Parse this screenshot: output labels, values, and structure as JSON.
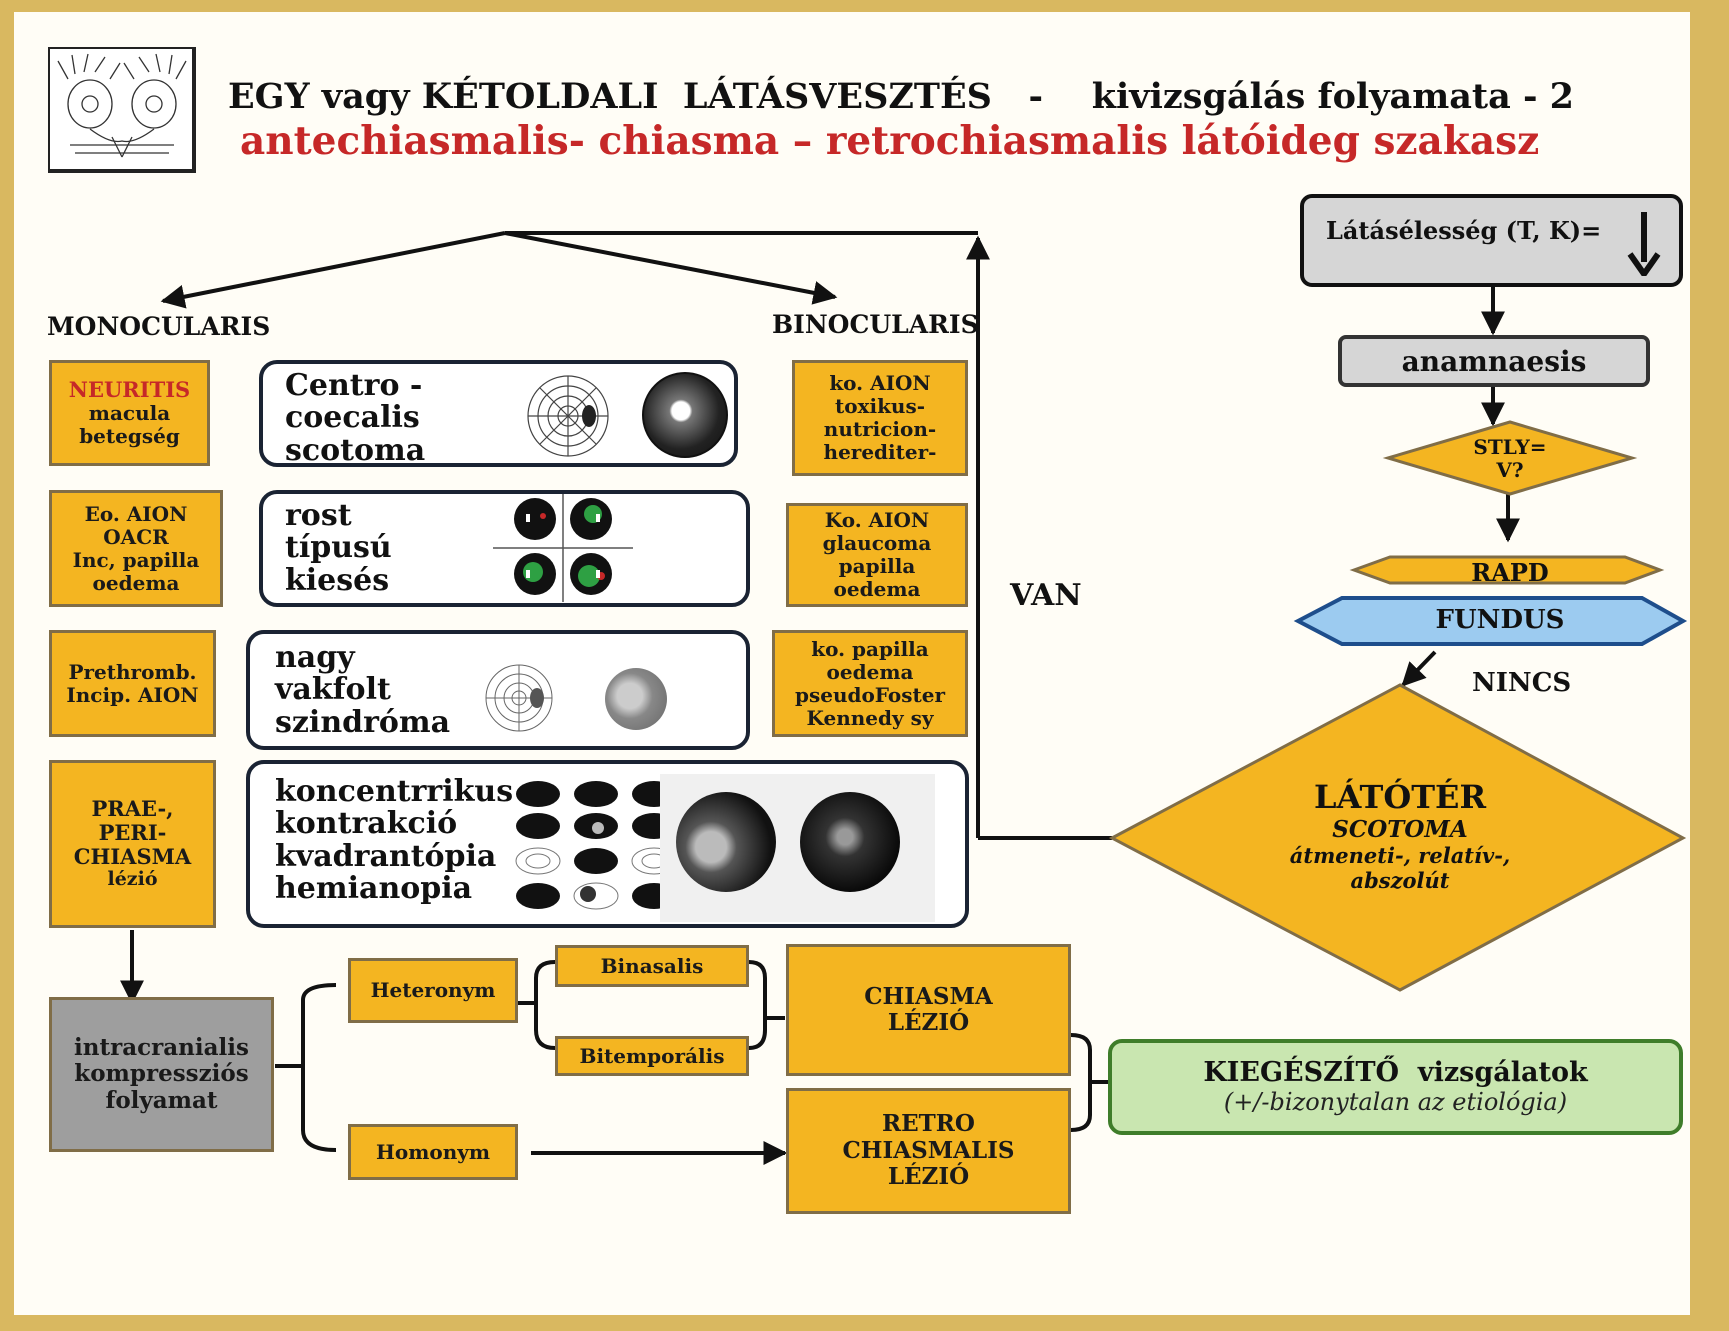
{
  "header": {
    "title": "EGY vagy KÉTOLDALI  LÁTÁSVESZTÉS   -    kivizsgálás folyamata - 2",
    "subtitle": "antechiasmalis- chiasma – retrochiasmalis látóideg szakasz"
  },
  "branches": {
    "mono": "MONOCULARIS",
    "bino": "BINOCULARIS"
  },
  "mono": {
    "b1": [
      "NEURITIS",
      "macula",
      "betegség"
    ],
    "b2": [
      "Eo. AION",
      "OACR",
      "Inc, papilla",
      "oedema"
    ],
    "b3": [
      "Prethromb.",
      "Incip. AION"
    ],
    "b4": [
      "PRAE-,",
      "PERI-",
      "CHIASMA",
      "lézió"
    ]
  },
  "middle": {
    "r1": [
      "Centro -",
      "coecalis",
      "scotoma"
    ],
    "r2": [
      "rost",
      "típusú",
      "kiesés"
    ],
    "r3": [
      "nagy",
      "vakfolt",
      "szindróma"
    ],
    "r4": [
      "koncentrrikus",
      "kontrakció",
      "kvadrantópia",
      "hemianopia"
    ]
  },
  "bino": {
    "b1": [
      "ko. AION",
      "toxikus-",
      "nutricion-",
      "herediter-"
    ],
    "b2": [
      "Ko. AION",
      "glaucoma",
      "papilla",
      "oedema"
    ],
    "b3": [
      "ko. papilla",
      "oedema",
      "pseudoFoster",
      "Kennedy sy"
    ]
  },
  "flow": {
    "latas": "Látásélesség (T, K)=",
    "anamnaesis": "anamnaesis",
    "stly": [
      "STLY=",
      "V?"
    ],
    "rapd": "RAPD",
    "fundus": "FUNDUS",
    "nincs": "NINCS",
    "van": "VAN",
    "latoter": "LÁTÓTÉR",
    "scotoma": "SCOTOMA",
    "scotoma_types": [
      "átmeneti-, relatív-,",
      "abszolút"
    ]
  },
  "bottom": {
    "intracranial": [
      "intracranialis",
      "kompressziós",
      "folyamat"
    ],
    "heteronym": "Heteronym",
    "homonym": "Homonym",
    "binasalis": "Binasalis",
    "bitemporalis": "Bitemporális",
    "chiasma": [
      "CHIASMA",
      "LÉZIÓ"
    ],
    "retro": [
      "RETRO",
      "CHIASMALIS",
      "LÉZIÓ"
    ],
    "kieg_title": "KIEGÉSZÍTŐ  vizsgálatok",
    "kieg_note": "(+/-bizonytalan az etiológia)"
  },
  "colors": {
    "accent_red": "#c62828",
    "box_gold": "#f4b521",
    "box_border": "#806d47",
    "gray": "#9e9e9e",
    "light_gray": "#d6d6d6",
    "light_blue": "#9ccbf0",
    "light_green": "#c9e6b0",
    "green_border": "#3f7d2a",
    "dark_navy": "#1a2333"
  }
}
